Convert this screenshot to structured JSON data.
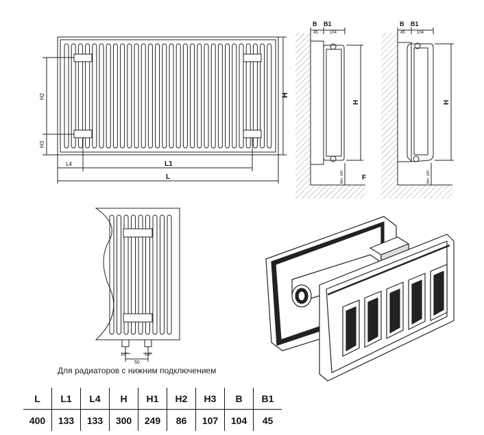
{
  "front_view": {
    "labels": {
      "H": "H",
      "H2": "H2",
      "H3": "H3",
      "L4": "L4",
      "L1": "L1",
      "L": "L"
    }
  },
  "side_view_left": {
    "labels": {
      "B": "B",
      "B1": "B1",
      "dim_45": "45",
      "dim_104": "104",
      "H": "H",
      "min": "Min. 100",
      "F": "F"
    }
  },
  "side_view_right": {
    "labels": {
      "B": "B",
      "B1": "B1",
      "dim_45": "45",
      "dim_104": "104",
      "H": "H",
      "min": "Min. 100"
    }
  },
  "detail_view": {
    "labels": {
      "pipe_left": "1/2\"",
      "pipe_right": "1/2\"",
      "spacing": "50"
    }
  },
  "caption": "Для радиаторов с нижним подключением",
  "spec_table": {
    "headers": [
      "L",
      "L1",
      "L4",
      "H",
      "H1",
      "H2",
      "H3",
      "B",
      "B1"
    ],
    "values": [
      "400",
      "133",
      "133",
      "300",
      "249",
      "86",
      "107",
      "104",
      "45"
    ]
  }
}
